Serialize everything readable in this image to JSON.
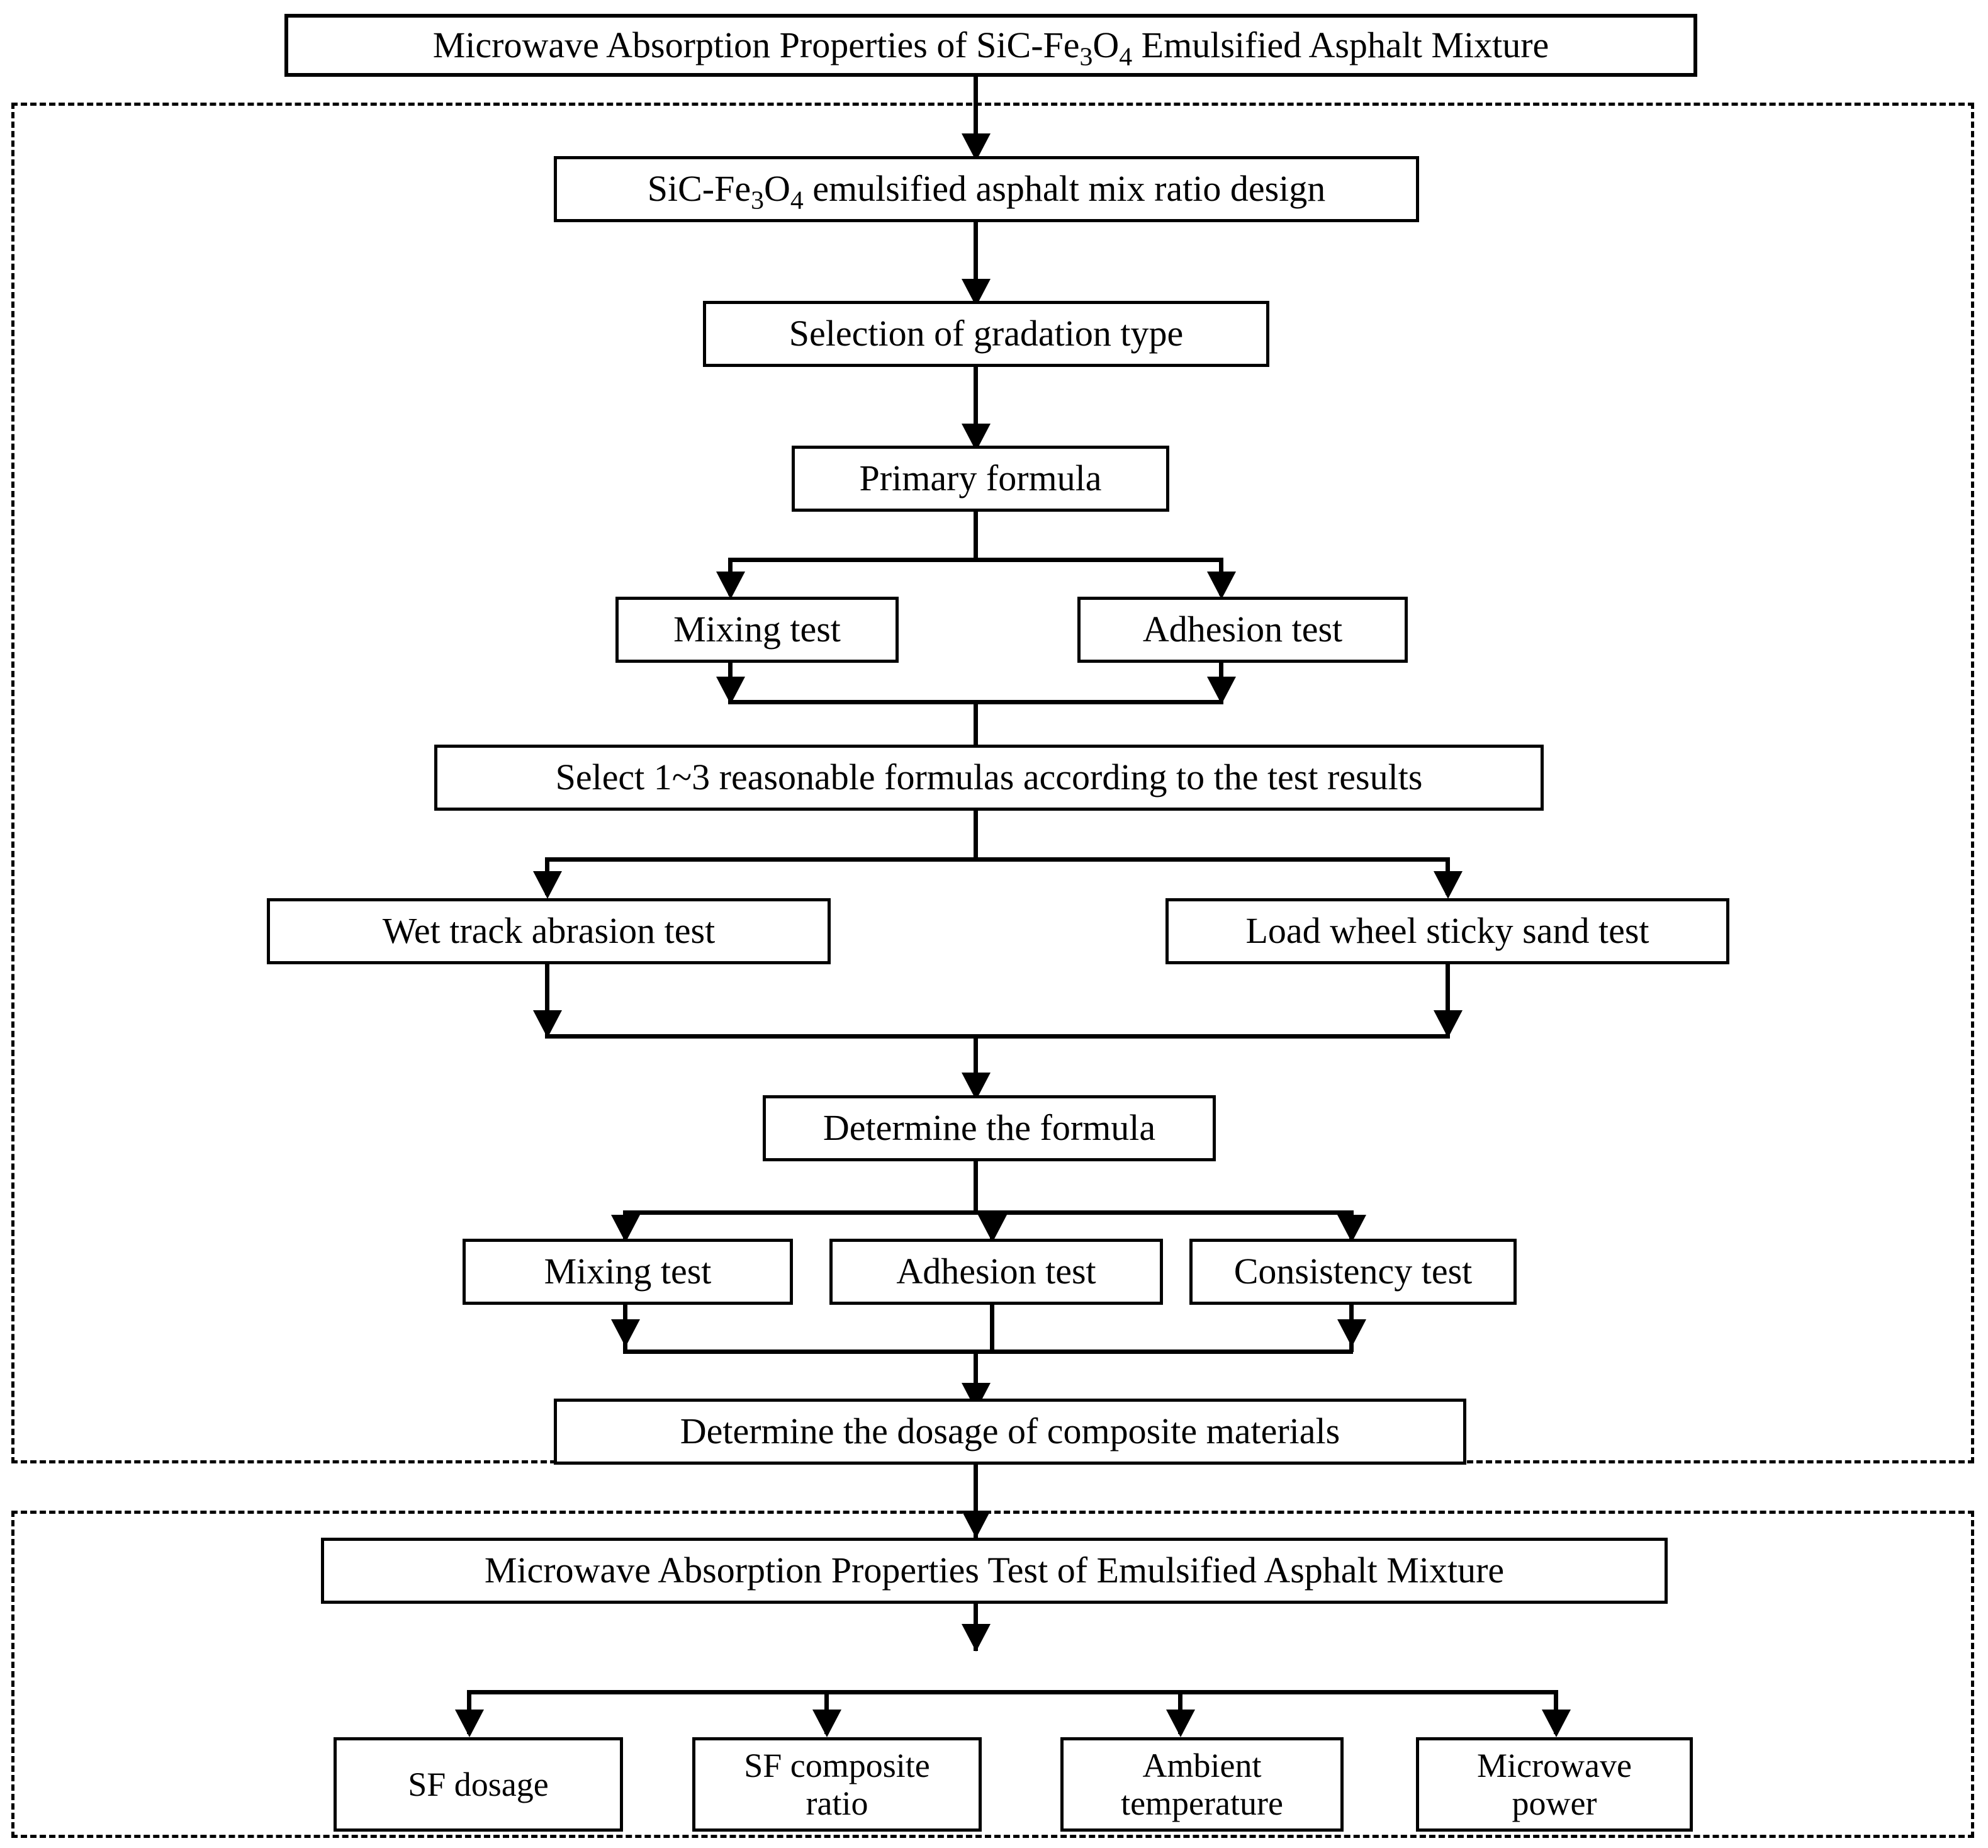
{
  "diagram": {
    "title_box": {
      "text_prefix": "Microwave Absorption Properties of SiC-Fe",
      "sub1": "3",
      "mid": "O",
      "sub2": "4",
      "text_suffix": " Emulsified Asphalt Mixture",
      "full_text": "Microwave Absorption Properties of SiC-Fe3O4 Emulsified Asphalt Mixture"
    },
    "section_one": {
      "name": "mix-ratio-design-section",
      "nodes": {
        "mix_ratio_design": {
          "text_prefix": "SiC-Fe",
          "sub1": "3",
          "mid": "O",
          "sub2": "4",
          "text_suffix": " emulsified asphalt mix ratio design",
          "full_text": "SiC-Fe3O4 emulsified asphalt mix ratio design"
        },
        "gradation": "Selection of gradation type",
        "primary_formula": "Primary formula",
        "mixing_test_1": "Mixing test",
        "adhesion_test_1": "Adhesion test",
        "select_formulas": "Select 1~3 reasonable formulas according to the test results",
        "wet_track": "Wet track abrasion test",
        "load_wheel": "Load wheel sticky sand test",
        "determine_formula": "Determine the formula",
        "mixing_test_2": "Mixing test",
        "adhesion_test_2": "Adhesion test",
        "consistency_test": "Consistency test",
        "determine_dosage": "Determine the dosage of composite materials"
      }
    },
    "section_two": {
      "name": "microwave-absorption-test-section",
      "nodes": {
        "test_title": "Microwave Absorption Properties Test of Emulsified Asphalt Mixture",
        "sf_dosage": "SF dosage",
        "sf_composite_ratio": "SF composite\nratio",
        "sf_composite_ratio_line1": "SF composite",
        "sf_composite_ratio_line2": "ratio",
        "ambient_temperature_line1": "Ambient",
        "ambient_temperature_line2": "temperature",
        "microwave_power_line1": "Microwave",
        "microwave_power_line2": "power"
      }
    },
    "colors": {
      "line": "#000000",
      "background": "#ffffff",
      "box_fill": "#ffffff"
    }
  }
}
